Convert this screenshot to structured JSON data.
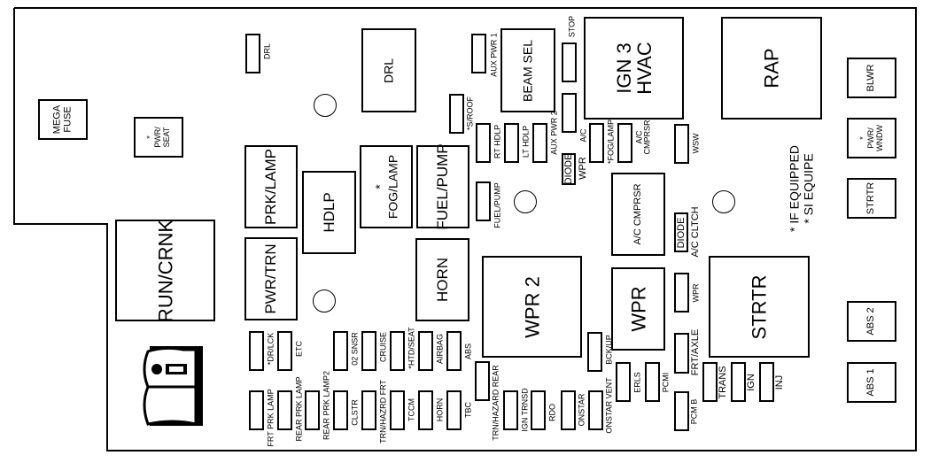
{
  "title": "Underhood Fuse Block Layout",
  "footnote": {
    "line1": "*  IF EQUIPPED",
    "line2": "*  SI EQUIPE"
  },
  "relays_large": {
    "mega_fuse": "MEGA\nFUSE",
    "pwr_seat": "*\nPWR/\nSEAT",
    "drl_relay": "DRL",
    "beam_sel": "BEAM SEL",
    "ign3_hvac": "IGN 3\nHVAC",
    "rap": "RAP",
    "blwr": "BLWR",
    "pwr_wndw": "*\nPWR/\nWNDW",
    "strtr_small": "STRTR",
    "prk_lamp": "PRK/LAMP",
    "hdlp": "HDLP",
    "fog_lamp": "*\nFOG/LAMP",
    "fuel_pump": "FUEL/PUMP",
    "run_crnk": "RUN/CRNK",
    "pwr_trn": "PWR/TRN",
    "horn_relay": "HORN",
    "wpr2": "WPR 2",
    "wpr_relay": "WPR",
    "ac_cmprsr_relay": "A/C CMPRSR",
    "strtr_large": "STRTR",
    "abs2": "ABS 2",
    "abs1": "ABS 1"
  },
  "fuses": {
    "drl": "DRL",
    "aux_pwr1": "AUX PWR 1",
    "stop": "STOP",
    "s_roof": "*S/ROOF",
    "rt_hdlp": "RT HDLP",
    "lt_hdlp": "LT HDLP",
    "aux_pwr2": "AUX PWR 2",
    "ac": "A/C",
    "fog_lamp": "*FOG/LAMP",
    "ac_cmprsr": "A/C\nCMPRSR",
    "wsw": "WSW",
    "fuel_pump": "FUEL/PUMP",
    "wpr_small": "WPR",
    "frt_axle": "FRT/AXLE",
    "bck_up": "BCK/UP",
    "erls": "ERLS",
    "pcmi": "PCMI",
    "pcm_b": "PCM B",
    "trans": "TRANS",
    "ign": "IGN",
    "inj": "INJ",
    "dr_lck": "*DR/LCK",
    "etc": "ETC",
    "o2_snsr": "02 SNSR",
    "cruise": "CRUISE",
    "htd_seat": "*HTD/SEAT",
    "airbag": "AIRBAG",
    "abs": "ABS",
    "frt_prk_lamp": "FRT PRK LAMP",
    "rear_prk_lamp": "REAR PRK LAMP",
    "rear_prk_lamp2": "REAR PRK LAMP2",
    "clstr": "CLSTR",
    "trn_hazrd_frt": "TRN/HAZRD FRT",
    "tccm": "TCCM",
    "horn": "HORN",
    "tbc": "TBC",
    "trn_hazard_rear": "TRN/HAZARD REAR",
    "ign_trnsd": "IGN TRNSD",
    "rdo": "RDO",
    "onstar": "ONSTAR",
    "onstar_vent": "ONSTAR VENT"
  },
  "diodes": {
    "wpr": {
      "chip": "DIODE",
      "label": "WPR"
    },
    "ac_cltch": {
      "chip": "DIODE",
      "label": "A/C CLTCH"
    }
  },
  "icons": {
    "manual": "owner-manual-book-icon"
  }
}
